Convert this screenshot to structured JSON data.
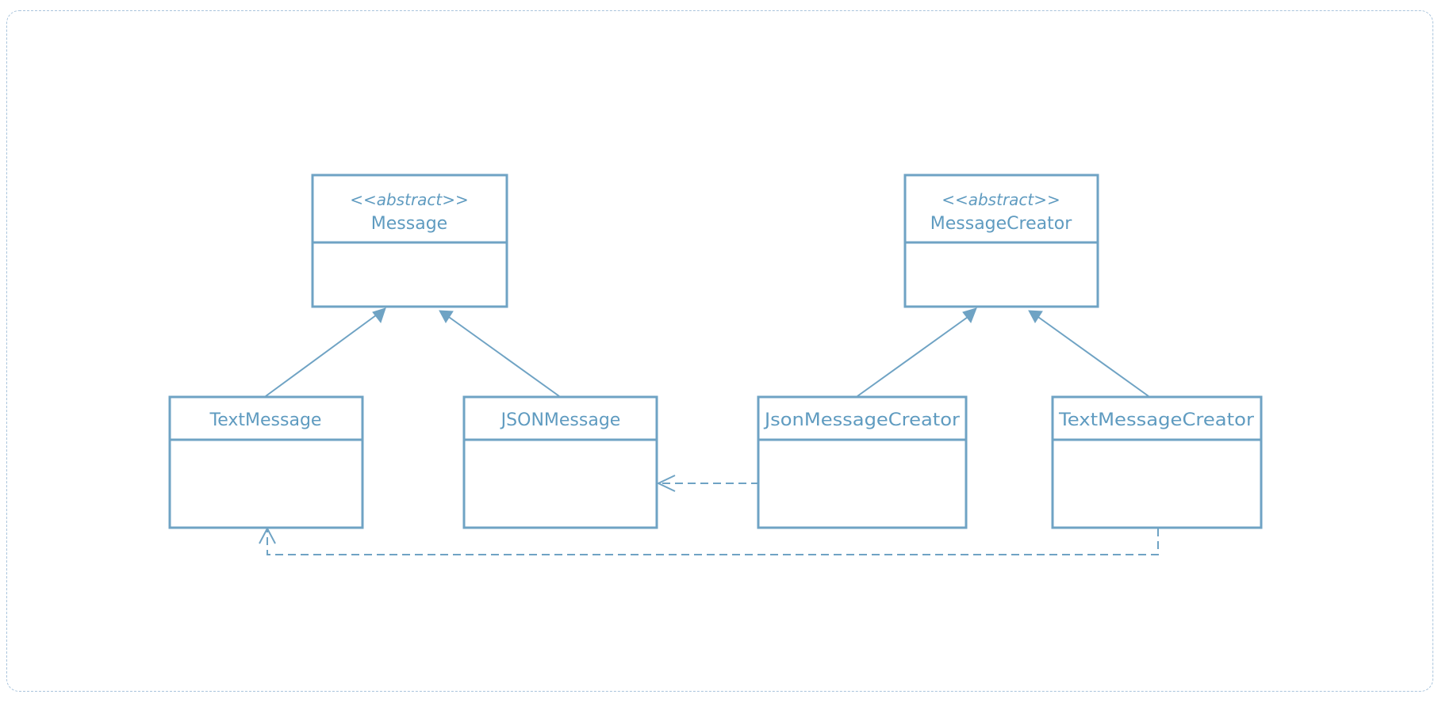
{
  "diagram": {
    "classes": [
      {
        "id": "message",
        "stereotype": "<<abstract>>",
        "name": "Message"
      },
      {
        "id": "message-creator",
        "stereotype": "<<abstract>>",
        "name": "MessageCreator"
      },
      {
        "id": "text-message",
        "name": "TextMessage"
      },
      {
        "id": "json-message",
        "name": "JSONMessage"
      },
      {
        "id": "json-message-creator",
        "name": "JsonMessageCreator"
      },
      {
        "id": "text-message-creator",
        "name": "TextMessageCreator"
      }
    ],
    "relations": [
      {
        "from": "TextMessage",
        "to": "Message",
        "kind": "generalization"
      },
      {
        "from": "JSONMessage",
        "to": "Message",
        "kind": "generalization"
      },
      {
        "from": "JsonMessageCreator",
        "to": "MessageCreator",
        "kind": "generalization"
      },
      {
        "from": "TextMessageCreator",
        "to": "MessageCreator",
        "kind": "generalization"
      },
      {
        "from": "JsonMessageCreator",
        "to": "JSONMessage",
        "kind": "dependency"
      },
      {
        "from": "TextMessageCreator",
        "to": "TextMessage",
        "kind": "dependency"
      }
    ],
    "colors": {
      "stroke": "#6fa3c4",
      "text": "#5f9bc0",
      "frame": "#a9c4dc"
    }
  }
}
